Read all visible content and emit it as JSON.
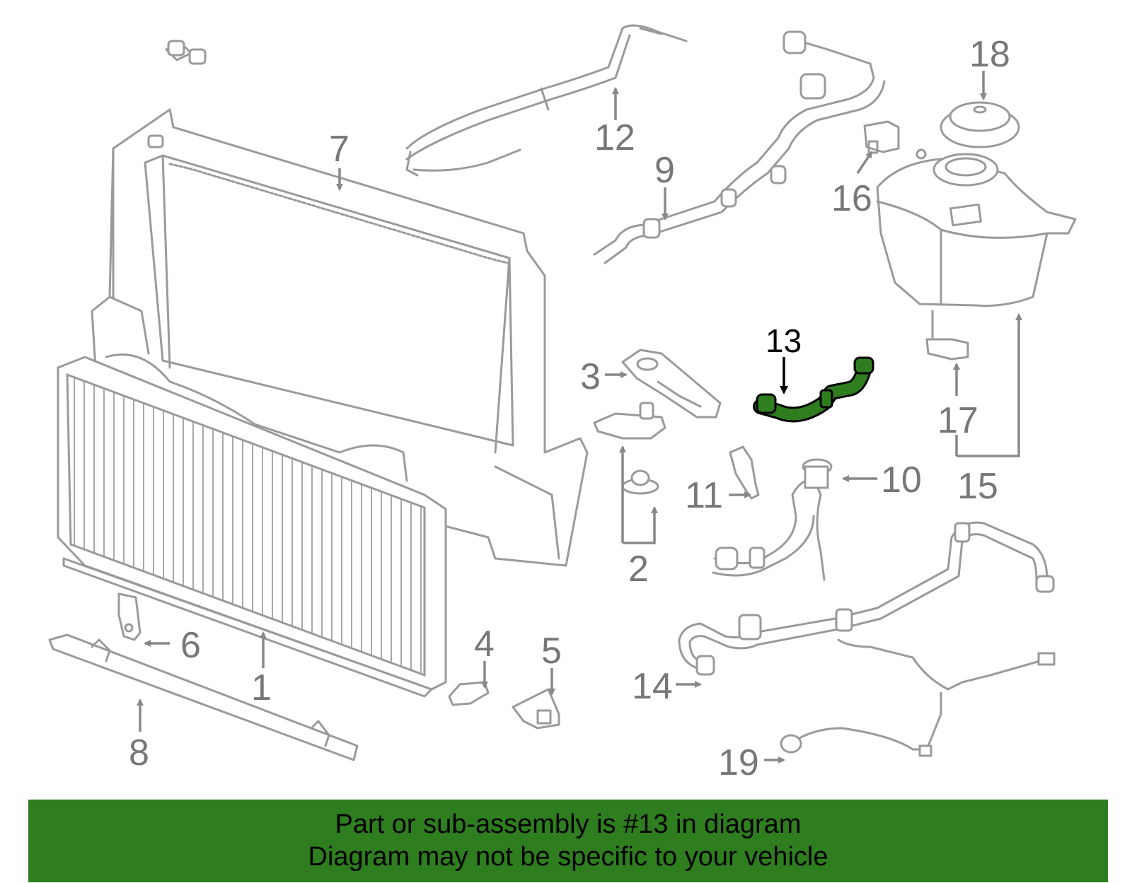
{
  "highlighted_part": "13",
  "highlight_color": "#2e7d1f",
  "banner_color": "#2e7d1f",
  "labels": {
    "p1": "1",
    "p2": "2",
    "p3": "3",
    "p4": "4",
    "p5": "5",
    "p6": "6",
    "p7": "7",
    "p8": "8",
    "p9": "9",
    "p10": "10",
    "p11": "11",
    "p12": "12",
    "p13": "13",
    "p14": "14",
    "p15": "15",
    "p16": "16",
    "p17": "17",
    "p18": "18",
    "p19": "19"
  },
  "banner": {
    "line1": "Part or sub-assembly is #13 in diagram",
    "line2": "Diagram may not be specific to your vehicle"
  }
}
